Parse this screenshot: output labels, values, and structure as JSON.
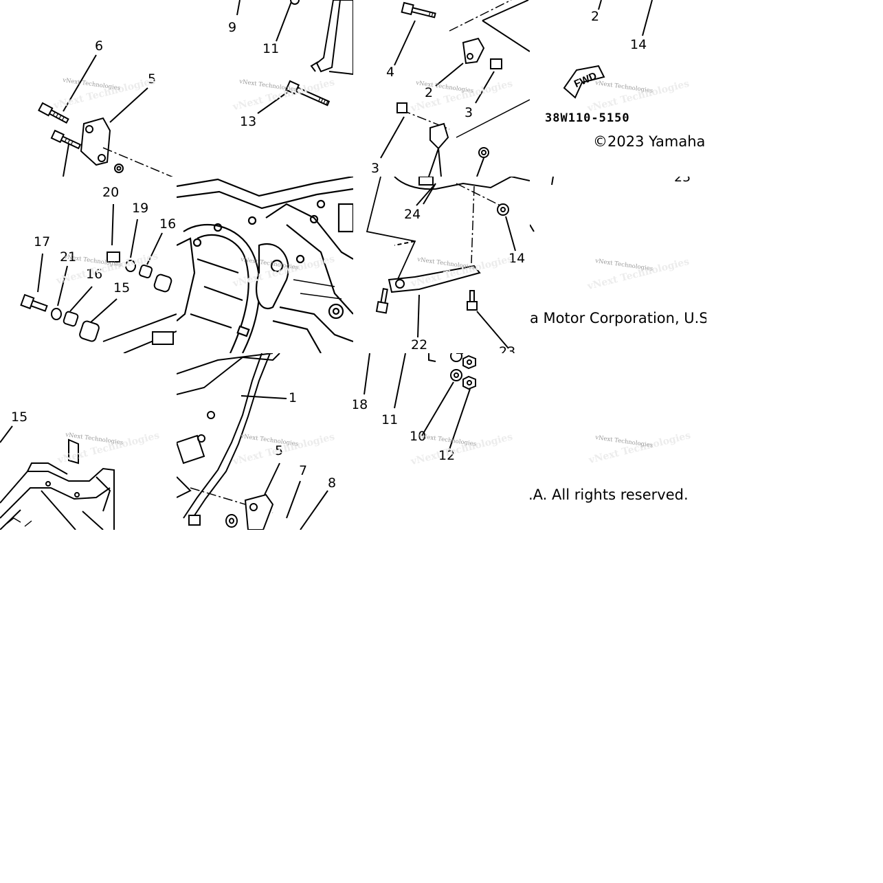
{
  "diagram": {
    "watermark": "vNext Technologies",
    "part_code": "38W110-5150",
    "direction_label": "FWD",
    "copyright_fragments": [
      "©2023 Yamaha",
      "a Motor Corporation, U.S",
      ".A. All rights reserved."
    ],
    "callouts": {
      "t1": [
        "6",
        "5"
      ],
      "t2": [
        "9",
        "11",
        "13"
      ],
      "t3": [
        "4",
        "2",
        "3",
        "3"
      ],
      "t4": [
        "2",
        "14"
      ],
      "t6": [
        "20",
        "19",
        "16",
        "17",
        "21",
        "16",
        "15"
      ],
      "t8": [
        "23",
        "24",
        "14",
        "22",
        "23"
      ],
      "t9": [
        "25"
      ],
      "t11": [
        "15"
      ],
      "t12": [
        "1",
        "5",
        "7",
        "8"
      ],
      "t13": [
        "18",
        "11",
        "10",
        "12"
      ]
    }
  }
}
